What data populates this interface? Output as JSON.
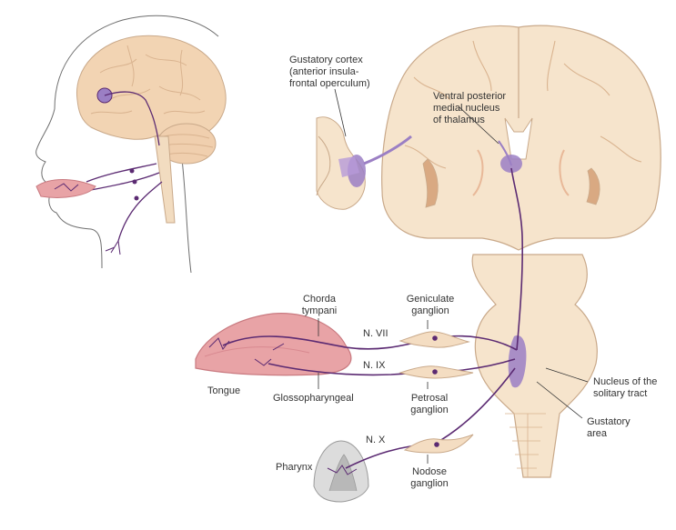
{
  "labels": {
    "gustatory_cortex": [
      "Gustatory cortex",
      "(anterior insula-",
      "frontal operculum)"
    ],
    "vpm_thalamus": [
      "Ventral posterior",
      "medial nucleus",
      "of thalamus"
    ],
    "chorda_tympani": [
      "Chorda",
      "tympani"
    ],
    "geniculate_ganglion": [
      "Geniculate",
      "ganglion"
    ],
    "nerve_vii": "N. VII",
    "nerve_ix": "N. IX",
    "nerve_x": "N. X",
    "tongue": "Tongue",
    "glossopharyngeal": "Glossopharyngeal",
    "petrosal_ganglion": [
      "Petrosal",
      "ganglion"
    ],
    "nucleus_solitary_tract": [
      "Nucleus of the",
      "solitary tract"
    ],
    "gustatory_area": [
      "Gustatory",
      "area"
    ],
    "pharynx": "Pharynx",
    "nodose_ganglion": [
      "Nodose",
      "ganglion"
    ]
  },
  "colors": {
    "nerve": "#5b2a72",
    "brain_tissue": "#f6e4cc",
    "brain_outline": "#c9a98a",
    "tongue": "#e8a3a6",
    "highlight": "#9b7fc4",
    "skin_line": "#6e6e6e"
  }
}
